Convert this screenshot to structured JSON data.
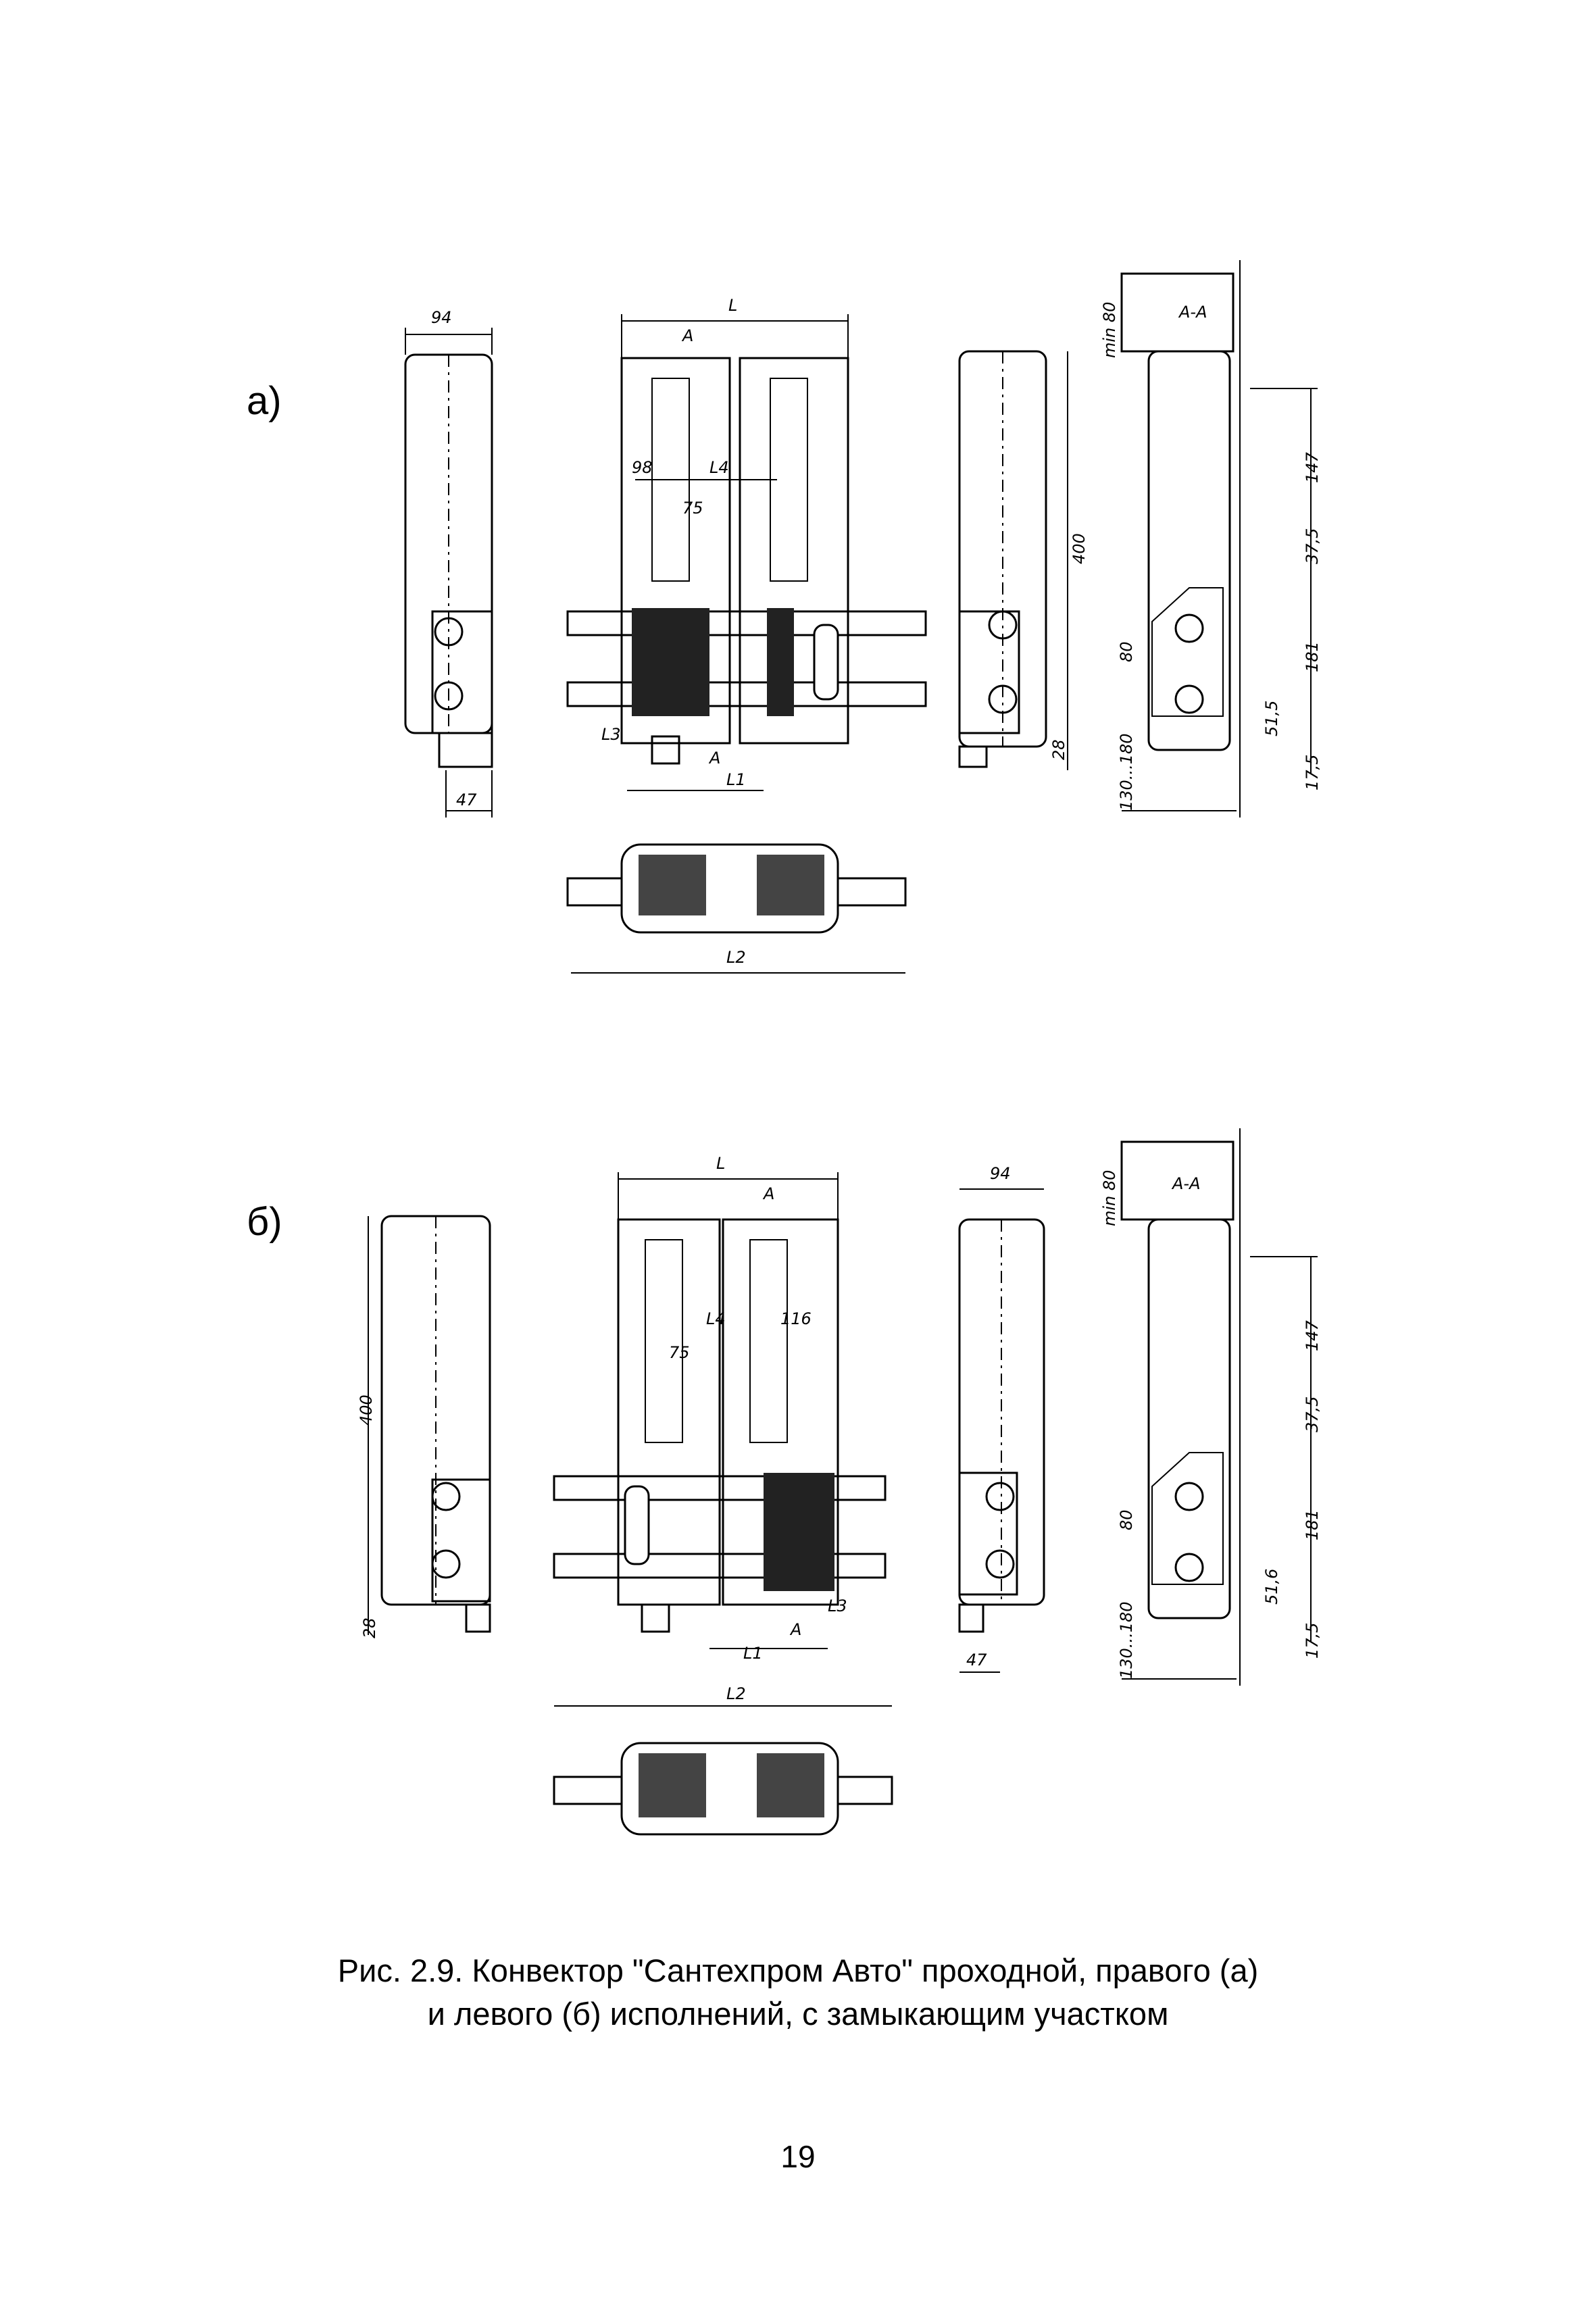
{
  "labels": {
    "a": "а)",
    "b": "б)"
  },
  "caption": {
    "line1": "Рис. 2.9. Конвектор \"Сантехпром Авто\" проходной,  правого (а)",
    "line2": "и левого (б)  исполнений,  с замыкающим участком"
  },
  "page_number": "19",
  "dims_a": {
    "w94": "94",
    "L": "L",
    "A1": "A",
    "A2": "A",
    "d98": "98",
    "L4": "L4",
    "d75": "75",
    "h400": "400",
    "L3": "L3",
    "L1": "L1",
    "d47": "47",
    "d28": "28",
    "L2": "L2",
    "min80": "min 80",
    "AA": "A-A",
    "d147": "147",
    "d375": "37,5",
    "d80": "80",
    "d181": "181",
    "d515": "51,5",
    "d130": "130...180",
    "d175": "17,5"
  },
  "dims_b": {
    "L": "L",
    "A1": "A",
    "A2": "A",
    "L4": "L4",
    "d116": "116",
    "d75": "75",
    "h400": "400",
    "d28": "28",
    "L1": "L1",
    "L3": "L3",
    "w94": "94",
    "d47": "47",
    "L2": "L2",
    "min80": "min 80",
    "AA": "A-A",
    "d147": "147",
    "d375": "37,5",
    "d80": "80",
    "d181": "181",
    "d516": "51,6",
    "d130": "130...180",
    "d175": "17,5"
  }
}
